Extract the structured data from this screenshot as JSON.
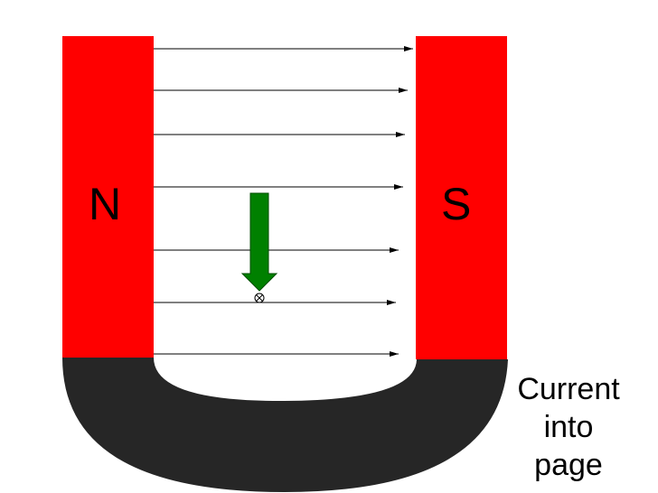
{
  "magnet": {
    "north_label": "N",
    "south_label": "S",
    "pole_color": "#ff0000",
    "yoke_color": "#262626"
  },
  "force_arrow": {
    "color": "#008000",
    "direction": "down"
  },
  "wire_symbol": "current-into-page-cross",
  "field_lines": {
    "count": 7,
    "direction": "north-to-south",
    "color": "#000000"
  },
  "caption": {
    "line1": "Current",
    "line2": "into",
    "line3": "page"
  }
}
